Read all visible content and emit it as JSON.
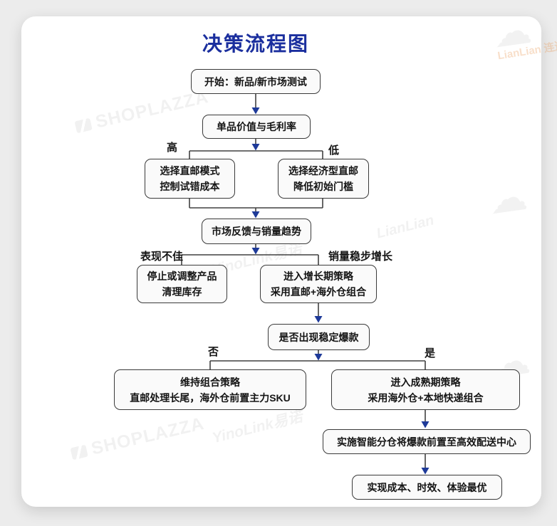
{
  "title": "决策流程图",
  "nodes": {
    "start": {
      "lines": [
        "开始：新品/新市场测试"
      ]
    },
    "value": {
      "lines": [
        "单品价值与毛利率"
      ]
    },
    "direct": {
      "lines": [
        "选择直邮模式",
        "控制试错成本"
      ]
    },
    "economy": {
      "lines": [
        "选择经济型直邮",
        "降低初始门槛"
      ]
    },
    "feedback": {
      "lines": [
        "市场反馈与销量趋势"
      ]
    },
    "stop": {
      "lines": [
        "停止或调整产品",
        "清理库存"
      ]
    },
    "growth": {
      "lines": [
        "进入增长期策略",
        "采用直邮+海外仓组合"
      ]
    },
    "hot": {
      "lines": [
        "是否出现稳定爆款"
      ]
    },
    "maintain": {
      "lines": [
        "维持组合策略",
        "直邮处理长尾，海外仓前置主力SKU"
      ]
    },
    "mature": {
      "lines": [
        "进入成熟期策略",
        "采用海外仓+本地快递组合"
      ]
    },
    "smart": {
      "lines": [
        "实施智能分仓将爆款前置至高效配送中心"
      ]
    },
    "final": {
      "lines": [
        "实现成本、时效、体验最优"
      ]
    }
  },
  "branch_labels": {
    "high": "高",
    "low": "低",
    "poor": "表现不佳",
    "steady_growth": "销量稳步增长",
    "no": "否",
    "yes": "是"
  },
  "watermarks": {
    "shoplazza": "SHOPLAZZA",
    "yinolink": "YinoLink易诺",
    "lianlian_full": "LianLian 连连",
    "lianlian": "LianLian"
  },
  "colors": {
    "title_blue": "#1b2f9e",
    "arrow_navy": "#1e3a99",
    "line_dark": "#414141",
    "box_border": "#3a3a3a",
    "box_fill": "#fafafa",
    "page_bg": "#ececec"
  }
}
